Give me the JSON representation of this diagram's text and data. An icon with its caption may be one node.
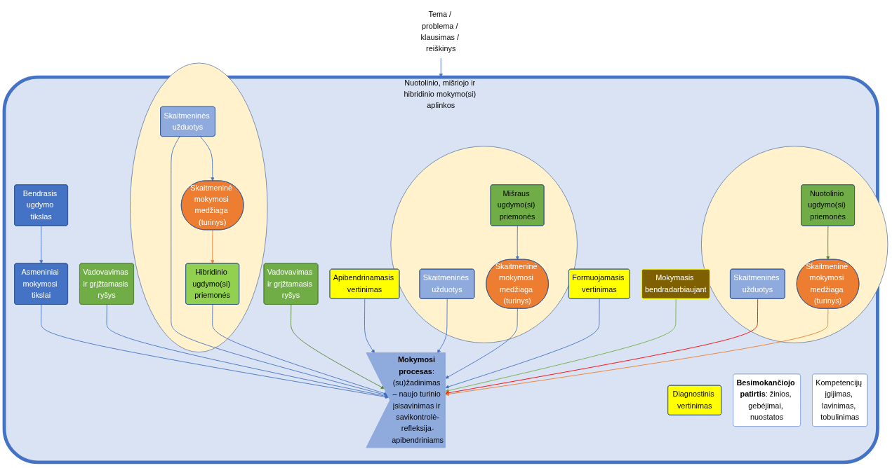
{
  "diagram": {
    "nodes": [
      {
        "text": [
          "Tema / problema / klausimas / reiškinys"
        ]
      },
      {
        "text": [
          "Nuotolinio, mišriojo ir hibridinio mokymo(si) aplinkos"
        ]
      },
      {
        "text": [
          "Bendrasis ugdymo tikslas"
        ],
        "in": 1
      },
      {
        "text": [
          "Asmeniniai mokymosi tikslai"
        ],
        "in": 1
      },
      {
        "text": [
          "Vadovavimas ir grįžtamasis ryšys"
        ],
        "in": 1
      },
      {
        "text": [
          "Diagnostinis vertinimas"
        ],
        "in": 1
      },
      {
        "text": [
          "**Besimokančiojo patirtis**: žinios, gebėjimai, nuostatos"
        ],
        "in": 1
      },
      {
        "text": [],
        "shape": "circle",
        "in": 1
      },
      {
        "text": [
          "Skaitmeninė mokymosi medžiaga (turinys)"
        ],
        "in": 7
      },
      {
        "text": [
          "Skaitmeninės užduotys"
        ],
        "in": 7
      },
      {
        "text": [
          "Hibridinio ugdymo(si) priemonės"
        ],
        "in": 7
      },
      {
        "text": [
          "Apibendrinamasis vertinimas"
        ],
        "in": 1
      },
      {
        "text": [
          "Vadovavimas ir grįžtamasis ryšys"
        ],
        "in": 1
      },
      {
        "text": [
          "**Mokymosi procesas**: (su)žadinimas – naujo turinio įsisavinimas ir savikontrolė-refleksija-apibendriniams"
        ],
        "in": 1
      },
      {
        "text": [
          "Kompetencijų įgijimas, lavinimas, tobulinimas"
        ],
        "in": 1
      },
      {
        "text": [],
        "shape": "circle",
        "in": 1
      },
      {
        "text": [
          "Skaitmeninės užduotys"
        ],
        "in": 15
      },
      {
        "text": [
          "Skaitmeninė mokymosi medžiaga (turinys)"
        ],
        "in": 15
      },
      {
        "text": [
          "Mišraus ugdymo(si) priemonės"
        ],
        "in": 15
      },
      {
        "text": [
          "Formuojamasis vertinimas"
        ],
        "in": 1
      },
      {
        "text": [
          "Mokymasis bendradarbiaujant"
        ],
        "in": 1
      },
      {
        "text": [],
        "shape": "circle",
        "in": 1
      },
      {
        "text": [
          "Skaitmeninės užduotys"
        ],
        "in": 21
      },
      {
        "text": [
          "Skaitmeninė mokymosi medžiaga (turinys)"
        ],
        "in": 21
      },
      {
        "text": [
          "Nuotolinio ugdymo(si) priemonės"
        ],
        "in": 21
      }
    ],
    "edges": [
      {
        "from": 0,
        "to": 1,
        "arrow": "to"
      },
      {
        "from": 2,
        "to": 3,
        "arrow": "to"
      },
      {
        "from": 3,
        "to": 13,
        "arrow": "to"
      },
      {
        "from": 4,
        "to": 13,
        "arrow": "to"
      },
      {
        "from": 9,
        "to": 8,
        "arrow": "to"
      },
      {
        "from": 8,
        "to": 10,
        "arrow": "to",
        "color": "#ed7d31"
      },
      {
        "from": 9,
        "to": 13,
        "arrow": "to"
      },
      {
        "from": 10,
        "to": 13,
        "arrow": "to"
      },
      {
        "from": 12,
        "to": 13,
        "arrow": "to",
        "color": "#548235"
      },
      {
        "from": 11,
        "to": 13,
        "arrow": "to"
      },
      {
        "from": 16,
        "to": 13,
        "arrow": "to"
      },
      {
        "from": 17,
        "to": 13,
        "arrow": "to"
      },
      {
        "from": 18,
        "to": 17,
        "arrow": "to"
      },
      {
        "from": 19,
        "to": 13,
        "arrow": "to"
      },
      {
        "from": 20,
        "to": 13,
        "arrow": "to",
        "color": "#70ad47"
      },
      {
        "from": 22,
        "to": 13,
        "arrow": "to",
        "color": "#ff0000"
      },
      {
        "from": 24,
        "to": 23,
        "arrow": "to",
        "color": "#548235"
      },
      {
        "from": 23,
        "to": 13,
        "arrow": "to",
        "color": "#ed7d31"
      }
    ]
  }
}
